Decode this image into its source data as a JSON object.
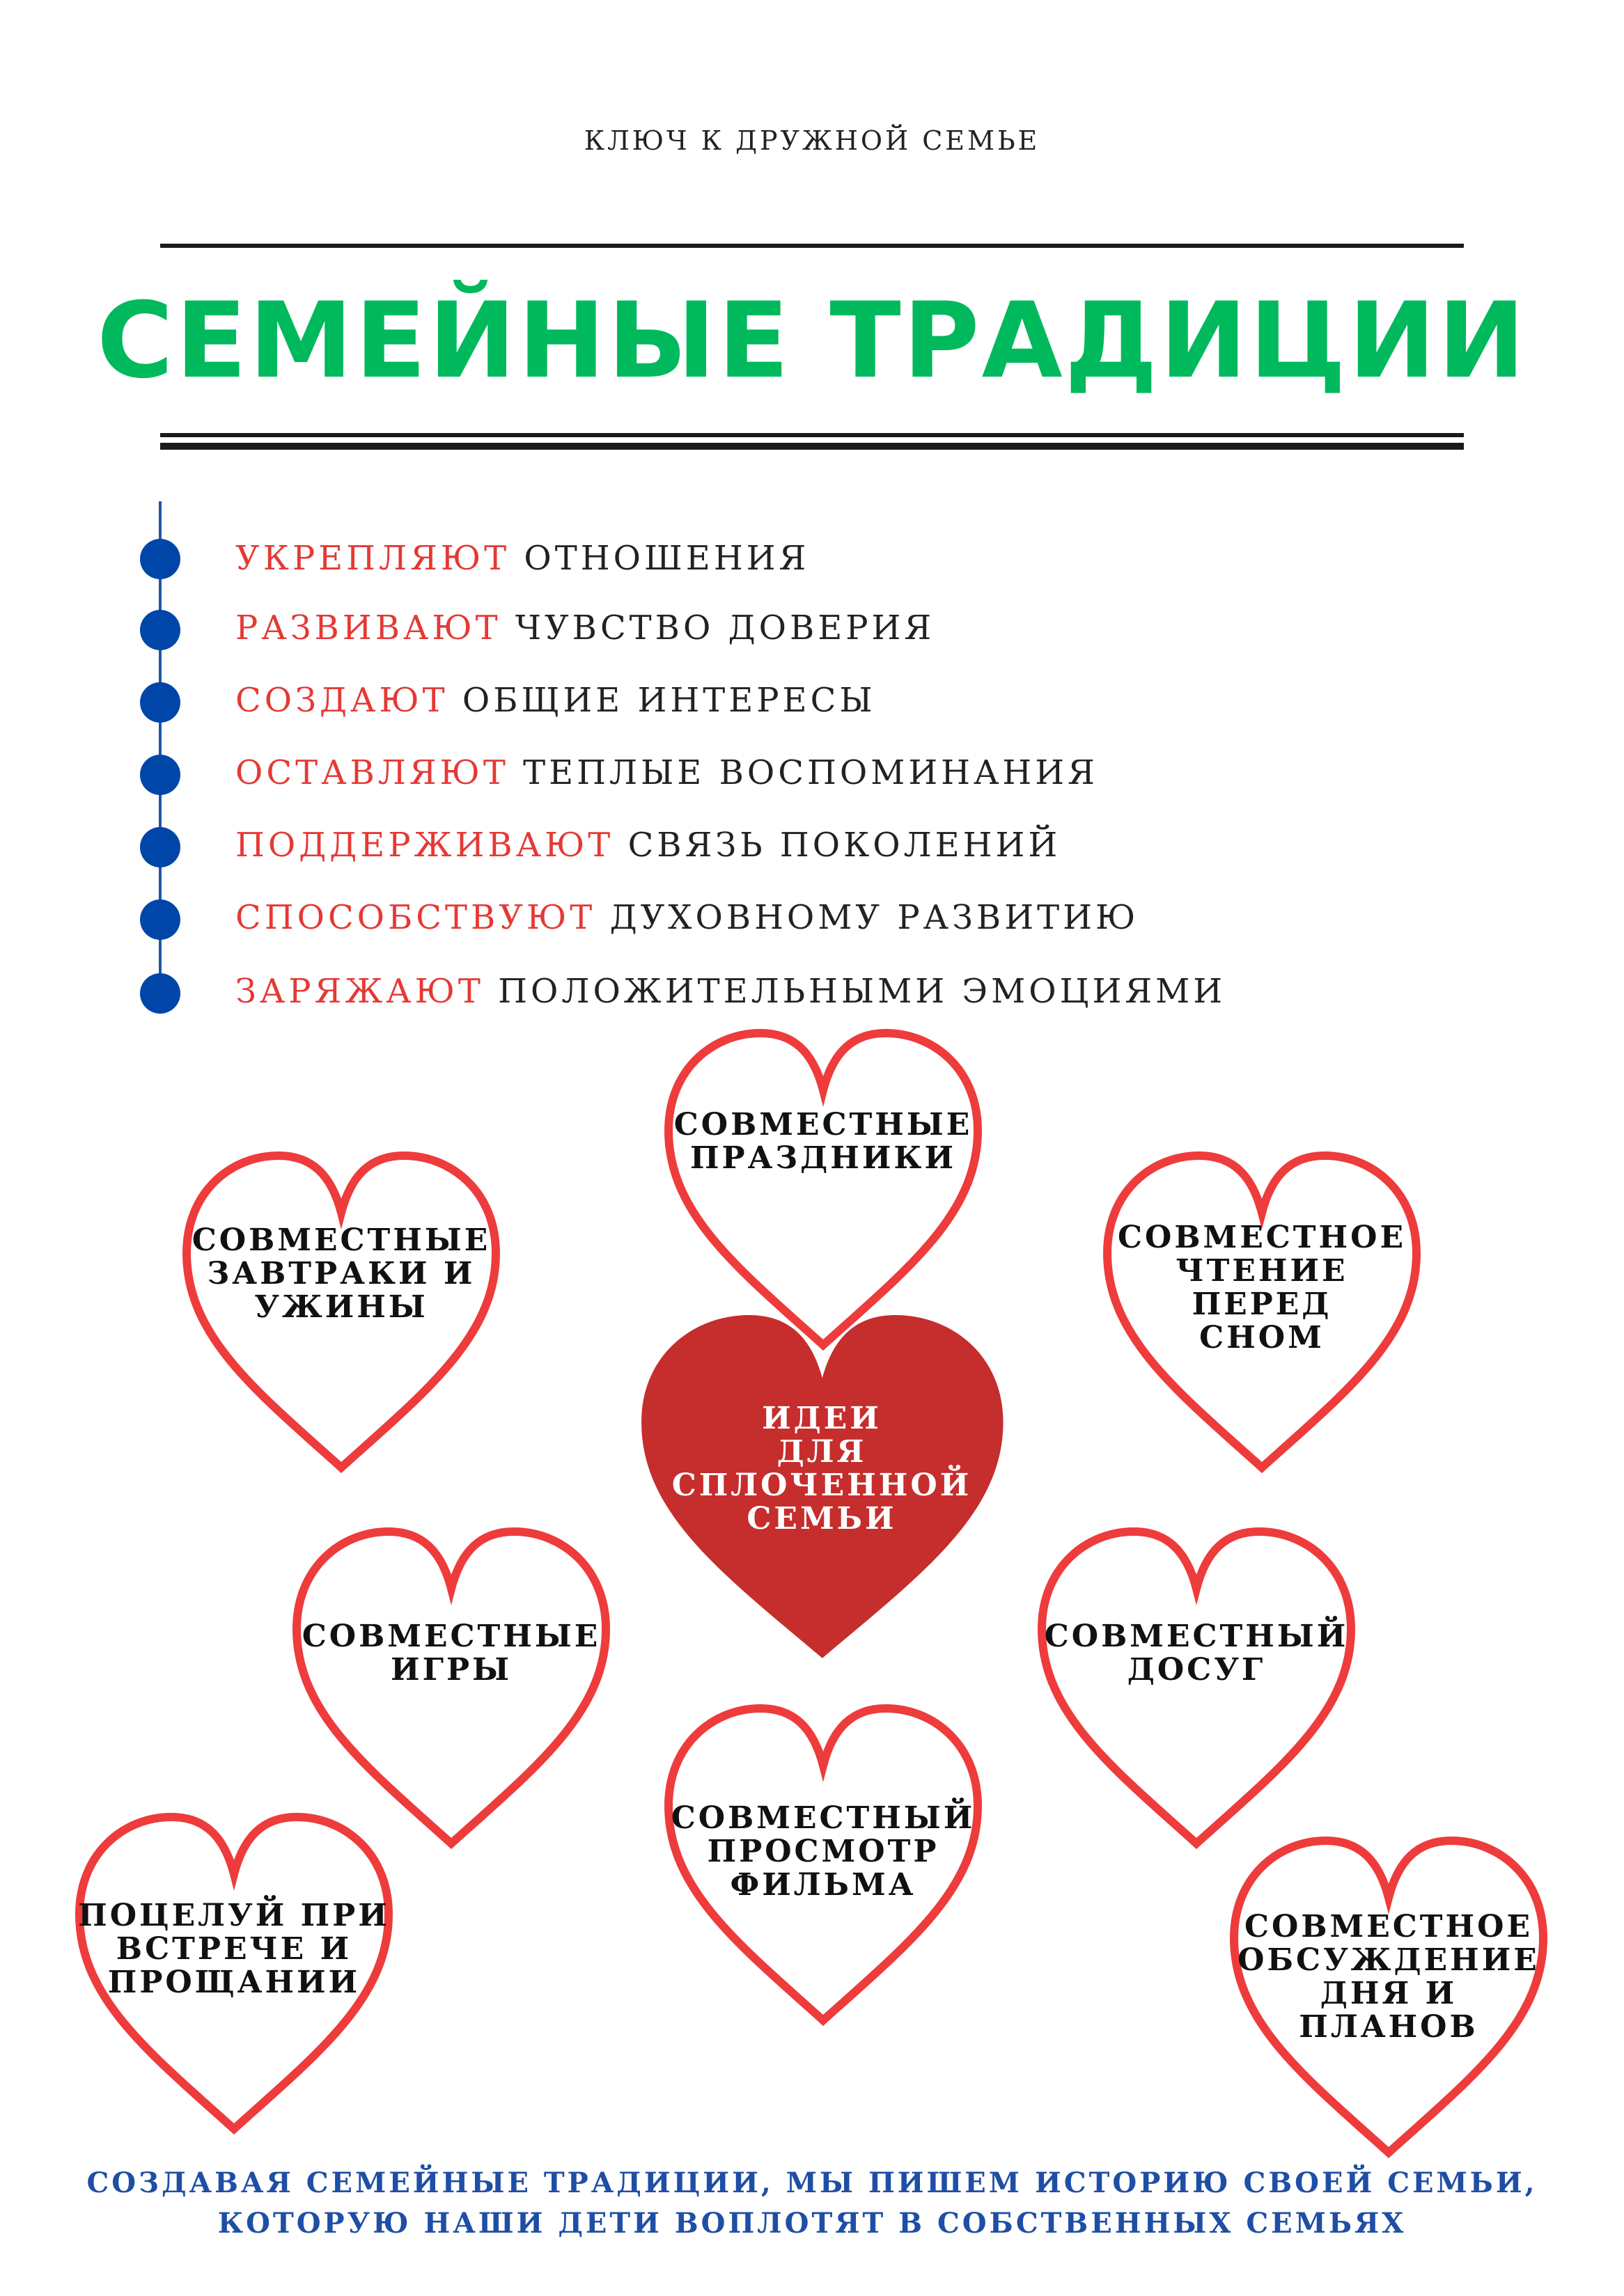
{
  "header": {
    "kicker": "КЛЮЧ К ДРУЖНОЙ СЕМЬЕ",
    "title": "СЕМЕЙНЫЕ ТРАДИЦИИ"
  },
  "benefits": [
    {
      "verb": "УКРЕПЛЯЮТ",
      "rest": "ОТНОШЕНИЯ"
    },
    {
      "verb": "РАЗВИВАЮТ",
      "rest": "ЧУВСТВО ДОВЕРИЯ"
    },
    {
      "verb": "СОЗДАЮТ",
      "rest": "ОБЩИЕ ИНТЕРЕСЫ"
    },
    {
      "verb": "ОСТАВЛЯЮТ",
      "rest": "ТЕПЛЫЕ ВОСПОМИНАНИЯ"
    },
    {
      "verb": "ПОДДЕРЖИВАЮТ",
      "rest": "СВЯЗЬ ПОКОЛЕНИЙ"
    },
    {
      "verb": "СПОСОБСТВУЮТ",
      "rest": "ДУХОВНОМУ РАЗВИТИЮ"
    },
    {
      "verb": "ЗАРЯЖАЮТ",
      "rest": "ПОЛОЖИТЕЛЬНЫМИ ЭМОЦИЯМИ"
    }
  ],
  "center_heart": {
    "lines": [
      "ИДЕИ",
      "ДЛЯ",
      "СПЛОЧЕННОЙ",
      "СЕМЬИ"
    ]
  },
  "ideas": [
    {
      "lines": [
        "СОВМЕСТНЫЕ",
        "ПРАЗДНИКИ"
      ]
    },
    {
      "lines": [
        "СОВМЕСТНЫЕ",
        "ЗАВТРАКИ И",
        "УЖИНЫ"
      ]
    },
    {
      "lines": [
        "СОВМЕСТНОЕ",
        "ЧТЕНИЕ",
        "ПЕРЕД",
        "СНОМ"
      ]
    },
    {
      "lines": [
        "СОВМЕСТНЫЕ",
        "ИГРЫ"
      ]
    },
    {
      "lines": [
        "СОВМЕСТНЫЙ",
        "ДОСУГ"
      ]
    },
    {
      "lines": [
        "СОВМЕСТНЫЙ",
        "ПРОСМОТР",
        "ФИЛЬМА"
      ]
    },
    {
      "lines": [
        "ПОЦЕЛУЙ ПРИ",
        "ВСТРЕЧЕ И",
        "ПРОЩАНИИ"
      ]
    },
    {
      "lines": [
        "СОВМЕСТНОЕ",
        "ОБСУЖДЕНИЕ",
        "ДНЯ И",
        "ПЛАНОВ"
      ]
    }
  ],
  "footer": {
    "line1": "СОЗДАВАЯ СЕМЕЙНЫЕ ТРАДИЦИИ, МЫ ПИШЕМ ИСТОРИЮ СВОЕЙ СЕМЬИ,",
    "line2": "КОТОРУЮ НАШИ ДЕТИ ВОПЛОТЯТ В СОБСТВЕННЫХ СЕМЬЯХ"
  },
  "colors": {
    "title_green": "#00b95c",
    "verb_red": "#e53935",
    "heart_outline": "#ee3b3b",
    "center_heart_fill": "#c62d2d",
    "timeline_blue": "#0046a8",
    "footer_blue": "#1f4ea5"
  }
}
